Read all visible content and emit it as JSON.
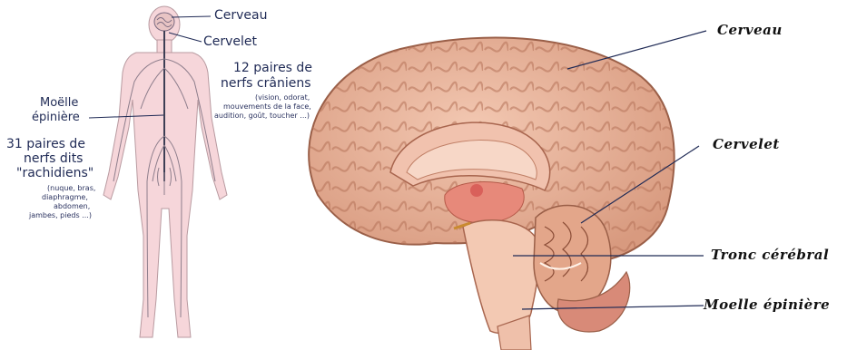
{
  "body_figure": {
    "labels": {
      "cerveau": "Cerveau",
      "cervelet": "Cervelet",
      "moelle_line1": "Moëlle",
      "moelle_line2": "épinière",
      "cranial_line1": "12 paires de",
      "cranial_line2": "nerfs crâniens",
      "cranial_detail_1": "(vision, odorat,",
      "cranial_detail_2": "mouvements de la face,",
      "cranial_detail_3": "audition, goût, toucher ...)",
      "spinal_line1": "31 paires de",
      "spinal_line2": "nerfs dits",
      "spinal_line3": "\"rachidiens\"",
      "spinal_detail_1": "(nuque, bras,",
      "spinal_detail_2": "diaphragme,",
      "spinal_detail_3": "abdomen,",
      "spinal_detail_4": "jambes, pieds ...)"
    }
  },
  "brain_figure": {
    "labels": {
      "cerveau": "Cerveau",
      "cervelet": "Cervelet",
      "tronc": "Tronc cérébral",
      "moelle": "Moelle épinière"
    }
  },
  "colors": {
    "brain": "#e9b49a",
    "brain_dark": "#b97a62",
    "body": "#f6d6da",
    "label_blue": "#1f2a55"
  }
}
